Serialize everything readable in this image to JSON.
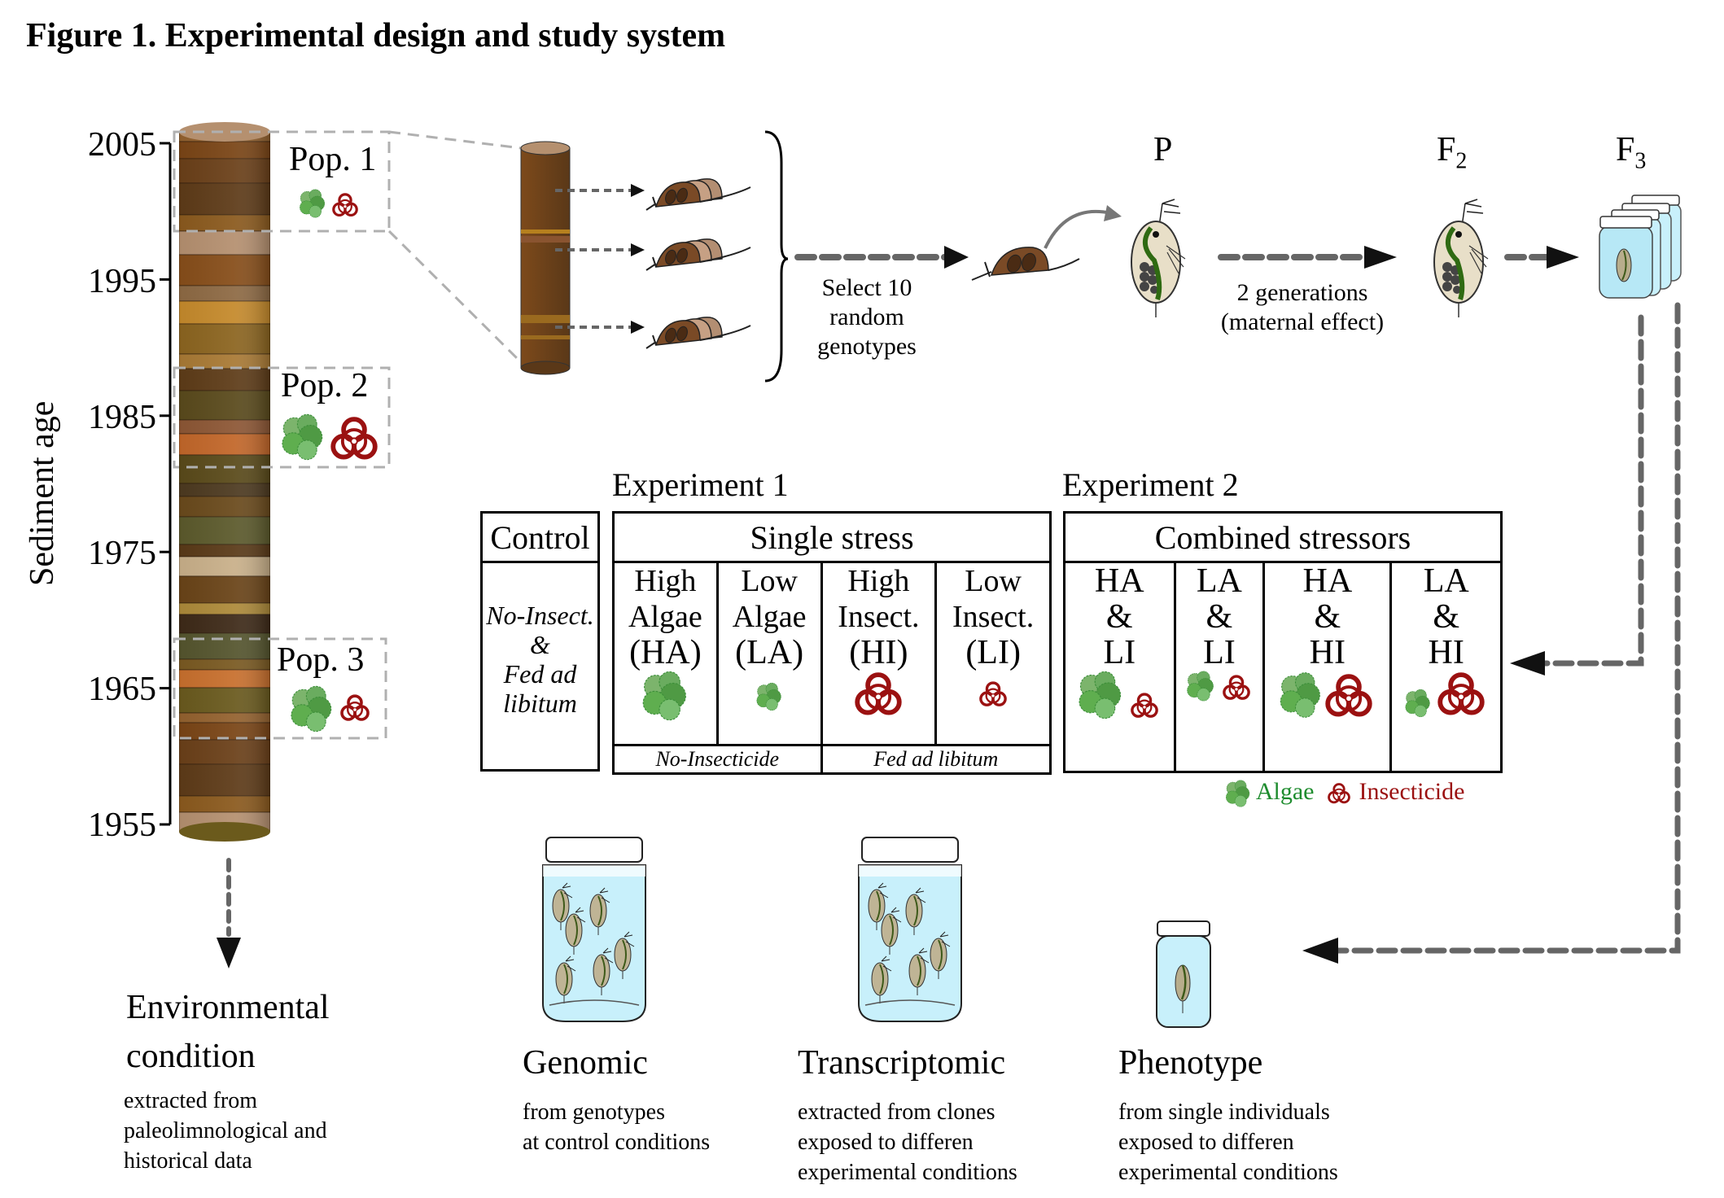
{
  "figure": {
    "title": "Figure 1. Experimental design and study system"
  },
  "sediment_axis": {
    "title": "Sediment age",
    "ticks": [
      "2005",
      "1995",
      "1985",
      "1975",
      "1965",
      "1955"
    ]
  },
  "populations": [
    {
      "label": "Pop. 1",
      "algae": "small",
      "insecticide": "small"
    },
    {
      "label": "Pop. 2",
      "algae": "large",
      "insecticide": "large"
    },
    {
      "label": "Pop. 3",
      "algae": "large",
      "insecticide": "small"
    }
  ],
  "hatching": {
    "select_text": [
      "Select 10",
      "random",
      "genotypes"
    ]
  },
  "generations": {
    "p": "P",
    "f2": {
      "base": "F",
      "sub": "2"
    },
    "f3": {
      "base": "F",
      "sub": "3"
    },
    "maternal_text": [
      "2 generations",
      "(maternal effect)"
    ]
  },
  "experiment1": {
    "label": "Experiment 1",
    "control": {
      "header": "Control",
      "body": [
        "No-Insect.",
        "&",
        "Fed ad",
        "libitum"
      ]
    },
    "single_stress": {
      "header": "Single stress",
      "treatments": [
        {
          "lines": [
            "High",
            "Algae",
            "(HA)"
          ],
          "icon": "algae-large"
        },
        {
          "lines": [
            "Low",
            "Algae",
            "(LA)"
          ],
          "icon": "algae-small"
        },
        {
          "lines": [
            "High",
            "Insect.",
            "(HI)"
          ],
          "icon": "insecticide-large"
        },
        {
          "lines": [
            "Low",
            "Insect.",
            "(LI)"
          ],
          "icon": "insecticide-small"
        }
      ],
      "footers": [
        "No-Insecticide",
        "Fed ad libitum"
      ]
    }
  },
  "experiment2": {
    "label": "Experiment 2",
    "header": "Combined stressors",
    "treatments": [
      {
        "lines": [
          "HA",
          "&",
          "LI"
        ]
      },
      {
        "lines": [
          "LA",
          "&",
          "LI"
        ]
      },
      {
        "lines": [
          "HA",
          "&",
          "HI"
        ]
      },
      {
        "lines": [
          "LA",
          "&",
          "HI"
        ]
      }
    ]
  },
  "legend": {
    "algae": "Algae",
    "insecticide": "Insecticide",
    "algae_color": "#1e8c2e",
    "insecticide_color": "#9b1111"
  },
  "outputs": {
    "environmental": {
      "title": [
        "Environmental",
        "condition"
      ],
      "desc": [
        "extracted from",
        "paleolimnological and",
        "historical data"
      ]
    },
    "genomic": {
      "title": "Genomic",
      "desc": [
        "from genotypes",
        "at control conditions"
      ]
    },
    "transcriptomic": {
      "title": "Transcriptomic",
      "desc": [
        "extracted from clones",
        "exposed to differen",
        "experimental conditions"
      ]
    },
    "phenotype": {
      "title": "Phenotype",
      "desc": [
        "from single individuals",
        "exposed to differen",
        "experimental conditions"
      ]
    }
  },
  "colors": {
    "arrow": "#666666",
    "dashed_box": "#b0b0b0",
    "water": "#c8f0fb",
    "algae": "#4fa84a",
    "biohazard": "#9b1111"
  }
}
